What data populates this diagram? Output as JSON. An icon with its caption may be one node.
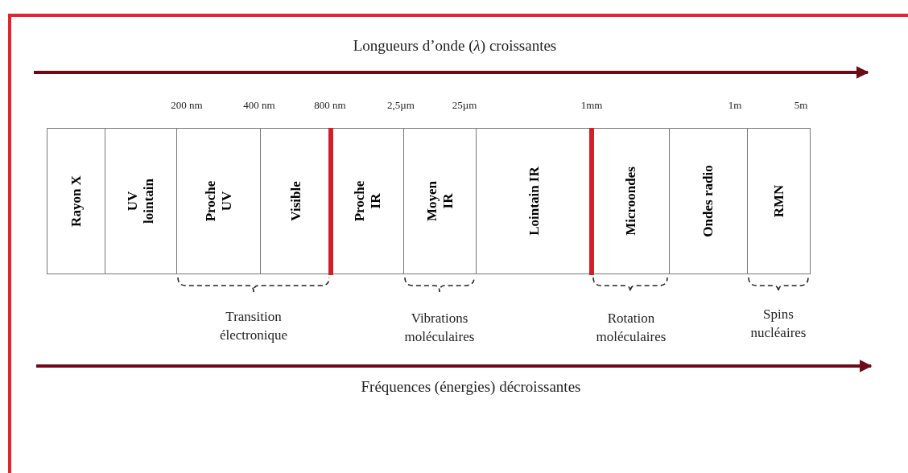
{
  "diagram": {
    "nodes": [
      {
        "text": [
          "Rayon X"
        ]
      },
      {
        "text": [
          "UV lointain"
        ]
      },
      {
        "text": [
          "Proche UV"
        ]
      },
      {
        "text": [
          "Visible"
        ]
      },
      {
        "text": [
          "Proche IR"
        ]
      },
      {
        "text": [
          "Moyen IR"
        ]
      },
      {
        "text": [
          "Lointain IR"
        ]
      },
      {
        "text": [
          "Microondes"
        ]
      },
      {
        "text": [
          "Ondes radio"
        ]
      },
      {
        "text": [
          "RMN"
        ]
      }
    ],
    "edges": [],
    "labels": [
      "Longueurs d’onde (*λ*) croissantes",
      "200 nm",
      "400 nm",
      "800 nm",
      "2,5µm",
      "25µm",
      "1mm",
      "1m",
      "5m",
      "Transition électronique",
      "Vibrations moléculaires",
      "Rotation moléculaires",
      "Spins nucléaires",
      "Fréquences (énergies) décroissantes"
    ]
  }
}
